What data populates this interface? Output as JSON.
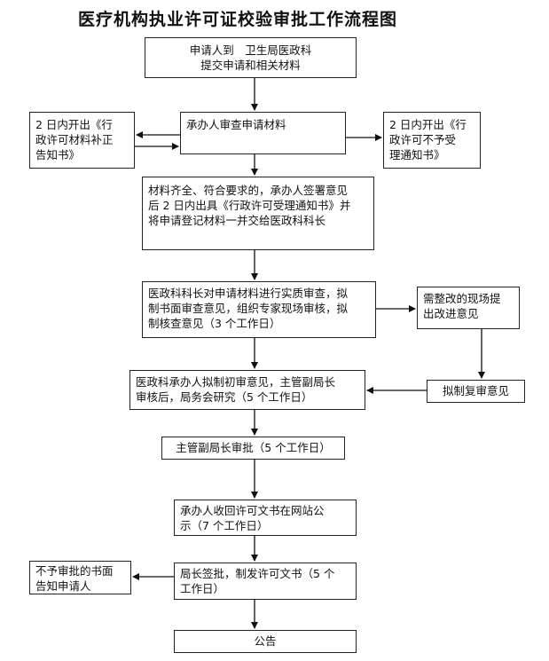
{
  "title": "医疗机构执业许可证校验审批工作流程图",
  "nodes": {
    "apply": [
      "申请人到　卫生局医政科",
      "提交申请和相关材料"
    ],
    "review": [
      "承办人审查申请材料"
    ],
    "correction_notice": [
      "2 日内开出《行",
      "政许可材料补正",
      "告知书》"
    ],
    "rejection_notice": [
      "2 日内开出《行",
      "政许可不予受",
      "理通知书》"
    ],
    "accept": [
      "材料齐全、符合要求的，承办人签署意见",
      "后 2 日内出具《行政许可受理通知书》并",
      "将申请登记材料一并交给医政科科长"
    ],
    "substantive_review": [
      "医政科科长对申请材料进行实质审查，拟",
      "制书面审查意见，组织专家现场审核，拟",
      "制核查意见（3 个工作日）"
    ],
    "rectify": [
      "需整改的现场提",
      "出改进意见"
    ],
    "preliminary": [
      "医政科承办人拟制初审意见，主管副局长",
      "审核后，局务会研究（5 个工作日）"
    ],
    "re_review": [
      "拟制复审意见"
    ],
    "deputy_approval": [
      "主管副局长审批（5 个工作日）"
    ],
    "publicity": [
      "承办人收回许可文书在网站公",
      "示（7 个工作日）"
    ],
    "issue": [
      "局长签批，制发许可文书（5 个",
      "工作日）"
    ],
    "denial_notice": [
      "不予审批的书面",
      "告知申请人"
    ],
    "announce": [
      "公告"
    ]
  }
}
